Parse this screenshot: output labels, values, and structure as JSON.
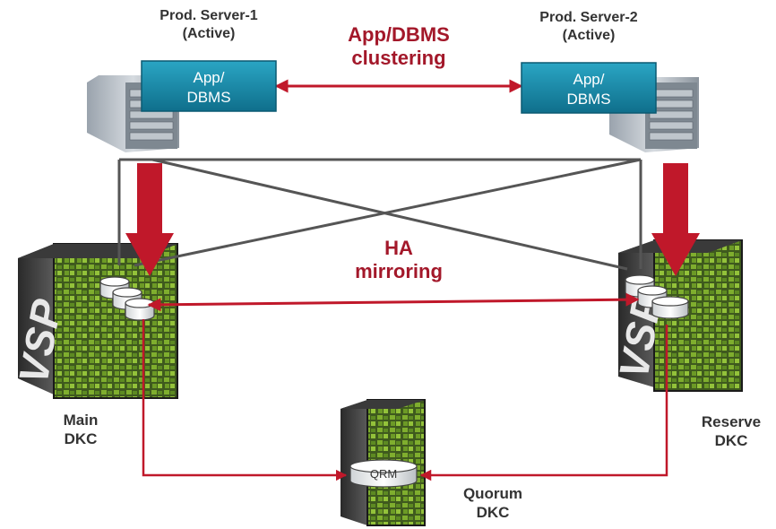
{
  "server1": {
    "title": "Prod. Server-1",
    "status": "(Active)",
    "box_line1": "App/",
    "box_line2": "DBMS"
  },
  "server2": {
    "title": "Prod.  Server-2",
    "status": "(Active)",
    "box_line1": "App/",
    "box_line2": "DBMS"
  },
  "clustering": {
    "line1": "App/DBMS",
    "line2": "clustering"
  },
  "mirroring": {
    "line1": "HA",
    "line2": "mirroring"
  },
  "main_dkc": {
    "line1": "Main",
    "line2": "DKC",
    "brand": "VSP"
  },
  "reserve_dkc": {
    "line1": "Reserve",
    "line2": "DKC",
    "brand": "VSP"
  },
  "quorum_dkc": {
    "line1": "Quorum",
    "line2": "DKC",
    "disk_label": "QRM"
  },
  "colors": {
    "accent_red": "#c0182a",
    "box_teal": "#1c8fae",
    "label_red": "#a3182a"
  }
}
